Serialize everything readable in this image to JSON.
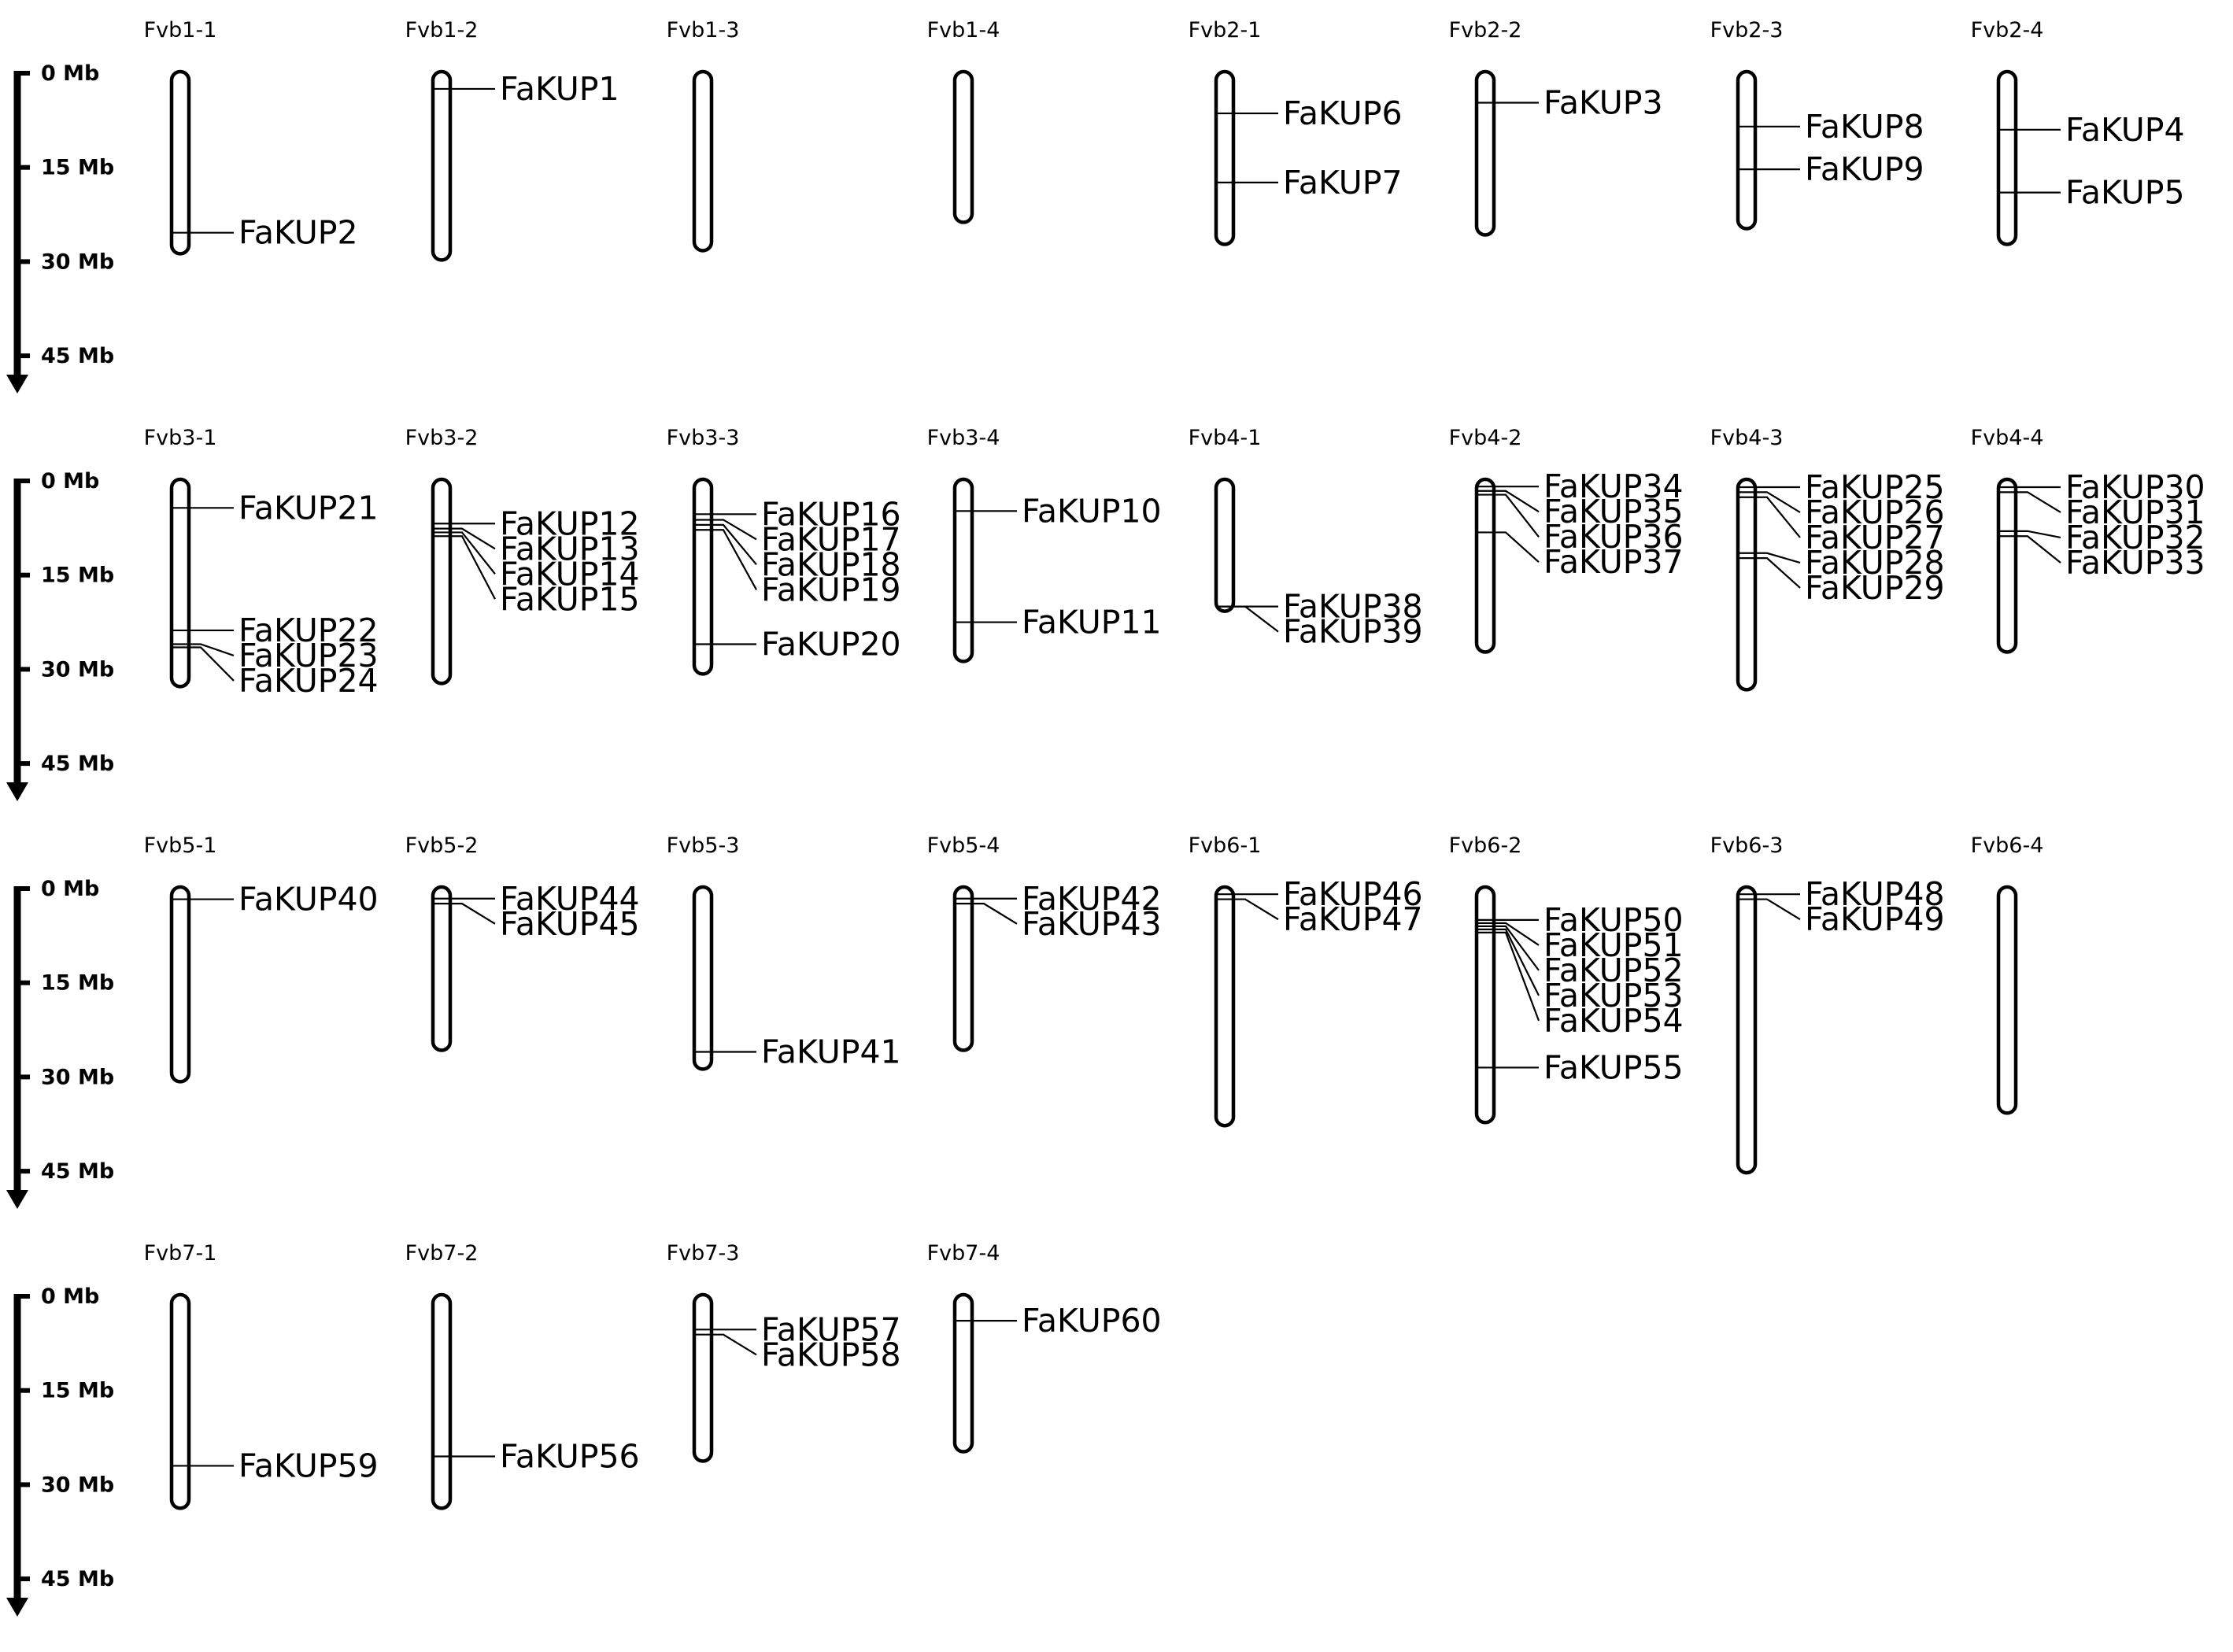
{
  "axis": {
    "tick_values": [
      0,
      15,
      30,
      45
    ],
    "tick_labels": [
      "0 Mb",
      "15 Mb",
      "30 Mb",
      "45 Mb"
    ],
    "unit": "Mb"
  },
  "groups": [
    {
      "chromosomes": [
        {
          "name": "Fvb1-1",
          "length": 28.5,
          "genes": [
            {
              "name": "FaKUP2",
              "pos": 25.4
            }
          ]
        },
        {
          "name": "Fvb1-2",
          "length": 29.5,
          "genes": [
            {
              "name": "FaKUP1",
              "pos": 2.5
            }
          ]
        },
        {
          "name": "Fvb1-3",
          "length": 28.0,
          "genes": []
        },
        {
          "name": "Fvb1-4",
          "length": 23.5,
          "genes": []
        },
        {
          "name": "Fvb2-1",
          "length": 27.0,
          "genes": [
            {
              "name": "FaKUP6",
              "pos": 6.4
            },
            {
              "name": "FaKUP7",
              "pos": 17.4
            }
          ]
        },
        {
          "name": "Fvb2-2",
          "length": 25.5,
          "genes": [
            {
              "name": "FaKUP3",
              "pos": 4.7
            }
          ]
        },
        {
          "name": "Fvb2-3",
          "length": 24.5,
          "genes": [
            {
              "name": "FaKUP8",
              "pos": 8.5
            },
            {
              "name": "FaKUP9",
              "pos": 15.3
            }
          ]
        },
        {
          "name": "Fvb2-4",
          "length": 27.0,
          "genes": [
            {
              "name": "FaKUP4",
              "pos": 9.0
            },
            {
              "name": "FaKUP5",
              "pos": 19.0
            }
          ]
        }
      ]
    },
    {
      "chromosomes": [
        {
          "name": "Fvb3-1",
          "length": 32.5,
          "genes": [
            {
              "name": "FaKUP21",
              "pos": 4.3
            },
            {
              "name": "FaKUP22",
              "pos": 23.8
            },
            {
              "name": "FaKUP23",
              "pos": 26.0
            },
            {
              "name": "FaKUP24",
              "pos": 26.5
            }
          ]
        },
        {
          "name": "Fvb3-2",
          "length": 32.0,
          "genes": [
            {
              "name": "FaKUP12",
              "pos": 6.8
            },
            {
              "name": "FaKUP13",
              "pos": 7.6
            },
            {
              "name": "FaKUP14",
              "pos": 8.2
            },
            {
              "name": "FaKUP15",
              "pos": 8.8
            }
          ]
        },
        {
          "name": "Fvb3-3",
          "length": 30.5,
          "genes": [
            {
              "name": "FaKUP16",
              "pos": 5.3
            },
            {
              "name": "FaKUP17",
              "pos": 6.2
            },
            {
              "name": "FaKUP18",
              "pos": 7.0
            },
            {
              "name": "FaKUP19",
              "pos": 7.8
            },
            {
              "name": "FaKUP20",
              "pos": 26.0
            }
          ]
        },
        {
          "name": "Fvb3-4",
          "length": 28.5,
          "genes": [
            {
              "name": "FaKUP10",
              "pos": 4.8
            },
            {
              "name": "FaKUP11",
              "pos": 22.5
            }
          ]
        },
        {
          "name": "Fvb4-1",
          "length": 20.5,
          "genes": [
            {
              "name": "FaKUP38",
              "pos": 20.0
            },
            {
              "name": "FaKUP39",
              "pos": 20.0
            }
          ]
        },
        {
          "name": "Fvb4-2",
          "length": 27.0,
          "genes": [
            {
              "name": "FaKUP34",
              "pos": 0.9
            },
            {
              "name": "FaKUP35",
              "pos": 1.6
            },
            {
              "name": "FaKUP36",
              "pos": 2.2
            },
            {
              "name": "FaKUP37",
              "pos": 8.2
            }
          ]
        },
        {
          "name": "Fvb4-3",
          "length": 33.0,
          "genes": [
            {
              "name": "FaKUP25",
              "pos": 1.0
            },
            {
              "name": "FaKUP26",
              "pos": 1.8
            },
            {
              "name": "FaKUP27",
              "pos": 2.6
            },
            {
              "name": "FaKUP28",
              "pos": 11.5
            },
            {
              "name": "FaKUP29",
              "pos": 12.3
            }
          ]
        },
        {
          "name": "Fvb4-4",
          "length": 27.0,
          "genes": [
            {
              "name": "FaKUP30",
              "pos": 1.0
            },
            {
              "name": "FaKUP31",
              "pos": 1.8
            },
            {
              "name": "FaKUP32",
              "pos": 8.0
            },
            {
              "name": "FaKUP33",
              "pos": 8.8
            }
          ]
        }
      ]
    },
    {
      "chromosomes": [
        {
          "name": "Fvb5-1",
          "length": 30.5,
          "genes": [
            {
              "name": "FaKUP40",
              "pos": 1.7
            }
          ]
        },
        {
          "name": "Fvb5-2",
          "length": 25.5,
          "genes": [
            {
              "name": "FaKUP44",
              "pos": 1.6
            },
            {
              "name": "FaKUP45",
              "pos": 2.4
            }
          ]
        },
        {
          "name": "Fvb5-3",
          "length": 28.5,
          "genes": [
            {
              "name": "FaKUP41",
              "pos": 26.0
            }
          ]
        },
        {
          "name": "Fvb5-4",
          "length": 25.5,
          "genes": [
            {
              "name": "FaKUP42",
              "pos": 1.6
            },
            {
              "name": "FaKUP43",
              "pos": 2.4
            }
          ]
        },
        {
          "name": "Fvb6-1",
          "length": 37.5,
          "genes": [
            {
              "name": "FaKUP46",
              "pos": 0.9
            },
            {
              "name": "FaKUP47",
              "pos": 1.7
            }
          ]
        },
        {
          "name": "Fvb6-2",
          "length": 37.0,
          "genes": [
            {
              "name": "FaKUP50",
              "pos": 5.0
            },
            {
              "name": "FaKUP51",
              "pos": 5.5
            },
            {
              "name": "FaKUP52",
              "pos": 6.0
            },
            {
              "name": "FaKUP53",
              "pos": 6.5
            },
            {
              "name": "FaKUP54",
              "pos": 7.0
            },
            {
              "name": "FaKUP55",
              "pos": 28.5
            }
          ]
        },
        {
          "name": "Fvb6-3",
          "length": 45.0,
          "genes": [
            {
              "name": "FaKUP48",
              "pos": 0.9
            },
            {
              "name": "FaKUP49",
              "pos": 1.7
            }
          ]
        },
        {
          "name": "Fvb6-4",
          "length": 35.5,
          "genes": []
        }
      ]
    },
    {
      "chromosomes": [
        {
          "name": "Fvb7-1",
          "length": 33.5,
          "genes": [
            {
              "name": "FaKUP59",
              "pos": 27.0
            }
          ]
        },
        {
          "name": "Fvb7-2",
          "length": 33.5,
          "genes": [
            {
              "name": "FaKUP56",
              "pos": 25.5
            }
          ]
        },
        {
          "name": "Fvb7-3",
          "length": 26.0,
          "genes": [
            {
              "name": "FaKUP57",
              "pos": 5.3
            },
            {
              "name": "FaKUP58",
              "pos": 6.1
            }
          ]
        },
        {
          "name": "Fvb7-4",
          "length": 24.5,
          "genes": [
            {
              "name": "FaKUP60",
              "pos": 3.9
            }
          ]
        }
      ]
    }
  ]
}
